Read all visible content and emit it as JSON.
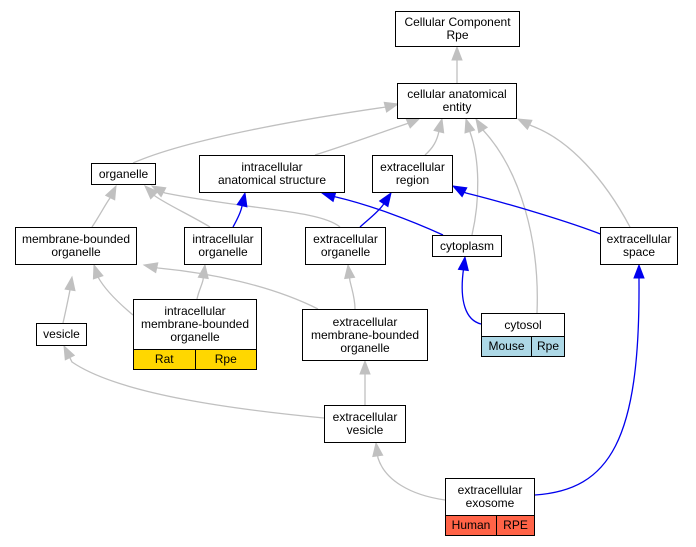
{
  "nodes": {
    "cellular_component": {
      "lines": [
        "Cellular Component",
        "Rpe"
      ]
    },
    "cellular_anatomical_entity": {
      "lines": [
        "cellular anatomical",
        "entity"
      ]
    },
    "organelle": {
      "lines": [
        "organelle"
      ]
    },
    "intracellular_anatomical_structure": {
      "lines": [
        "intracellular",
        "anatomical structure"
      ]
    },
    "extracellular_region": {
      "lines": [
        "extracellular",
        "region"
      ]
    },
    "membrane_bounded_organelle": {
      "lines": [
        "membrane-bounded",
        "organelle"
      ]
    },
    "intracellular_organelle": {
      "lines": [
        "intracellular",
        "organelle"
      ]
    },
    "extracellular_organelle": {
      "lines": [
        "extracellular",
        "organelle"
      ]
    },
    "cytoplasm": {
      "lines": [
        "cytoplasm"
      ]
    },
    "extracellular_space": {
      "lines": [
        "extracellular",
        "space"
      ]
    },
    "vesicle": {
      "lines": [
        "vesicle"
      ]
    },
    "intracellular_membrane_bounded_organelle": {
      "lines": [
        "intracellular",
        "membrane-bounded",
        "organelle"
      ],
      "tags": [
        {
          "label": "Rat",
          "color": "#FFD700"
        },
        {
          "label": "Rpe",
          "color": "#FFD700"
        }
      ]
    },
    "extracellular_membrane_bounded_organelle": {
      "lines": [
        "extracellular",
        "membrane-bounded",
        "organelle"
      ]
    },
    "cytosol": {
      "lines": [
        "cytosol"
      ],
      "tags": [
        {
          "label": "Mouse",
          "color": "#ADD8E6"
        },
        {
          "label": "Rpe",
          "color": "#ADD8E6"
        }
      ]
    },
    "extracellular_vesicle": {
      "lines": [
        "extracellular",
        "vesicle"
      ]
    },
    "extracellular_exosome": {
      "lines": [
        "extracellular",
        "exosome"
      ],
      "tags": [
        {
          "label": "Human",
          "color": "#FF6347"
        },
        {
          "label": "RPE",
          "color": "#FF6347"
        }
      ]
    }
  },
  "edge_colors": {
    "is_a": "#c0c0c0",
    "part_of": "#0000ee"
  },
  "edges": [
    {
      "from": "cellular_anatomical_entity",
      "to": "cellular_component",
      "type": "is_a"
    },
    {
      "from": "organelle",
      "to": "cellular_anatomical_entity",
      "type": "is_a"
    },
    {
      "from": "intracellular_anatomical_structure",
      "to": "cellular_anatomical_entity",
      "type": "is_a"
    },
    {
      "from": "extracellular_region",
      "to": "cellular_anatomical_entity",
      "type": "is_a"
    },
    {
      "from": "cytoplasm",
      "to": "cellular_anatomical_entity",
      "type": "is_a"
    },
    {
      "from": "cytosol",
      "to": "cellular_anatomical_entity",
      "type": "is_a"
    },
    {
      "from": "extracellular_space",
      "to": "cellular_anatomical_entity",
      "type": "is_a"
    },
    {
      "from": "membrane_bounded_organelle",
      "to": "organelle",
      "type": "is_a"
    },
    {
      "from": "intracellular_organelle",
      "to": "organelle",
      "type": "is_a"
    },
    {
      "from": "extracellular_organelle",
      "to": "organelle",
      "type": "is_a"
    },
    {
      "from": "intracellular_organelle",
      "to": "intracellular_anatomical_structure",
      "type": "part_of"
    },
    {
      "from": "cytoplasm",
      "to": "intracellular_anatomical_structure",
      "type": "part_of"
    },
    {
      "from": "extracellular_organelle",
      "to": "extracellular_region",
      "type": "part_of"
    },
    {
      "from": "extracellular_space",
      "to": "extracellular_region",
      "type": "part_of"
    },
    {
      "from": "vesicle",
      "to": "membrane_bounded_organelle",
      "type": "is_a"
    },
    {
      "from": "intracellular_membrane_bounded_organelle",
      "to": "membrane_bounded_organelle",
      "type": "is_a"
    },
    {
      "from": "intracellular_membrane_bounded_organelle",
      "to": "intracellular_organelle",
      "type": "is_a"
    },
    {
      "from": "extracellular_membrane_bounded_organelle",
      "to": "membrane_bounded_organelle",
      "type": "is_a"
    },
    {
      "from": "extracellular_membrane_bounded_organelle",
      "to": "extracellular_organelle",
      "type": "is_a"
    },
    {
      "from": "cytosol",
      "to": "cytoplasm",
      "type": "part_of"
    },
    {
      "from": "extracellular_vesicle",
      "to": "vesicle",
      "type": "is_a"
    },
    {
      "from": "extracellular_vesicle",
      "to": "extracellular_membrane_bounded_organelle",
      "type": "is_a"
    },
    {
      "from": "extracellular_exosome",
      "to": "extracellular_vesicle",
      "type": "is_a"
    },
    {
      "from": "extracellular_exosome",
      "to": "extracellular_space",
      "type": "part_of"
    }
  ]
}
